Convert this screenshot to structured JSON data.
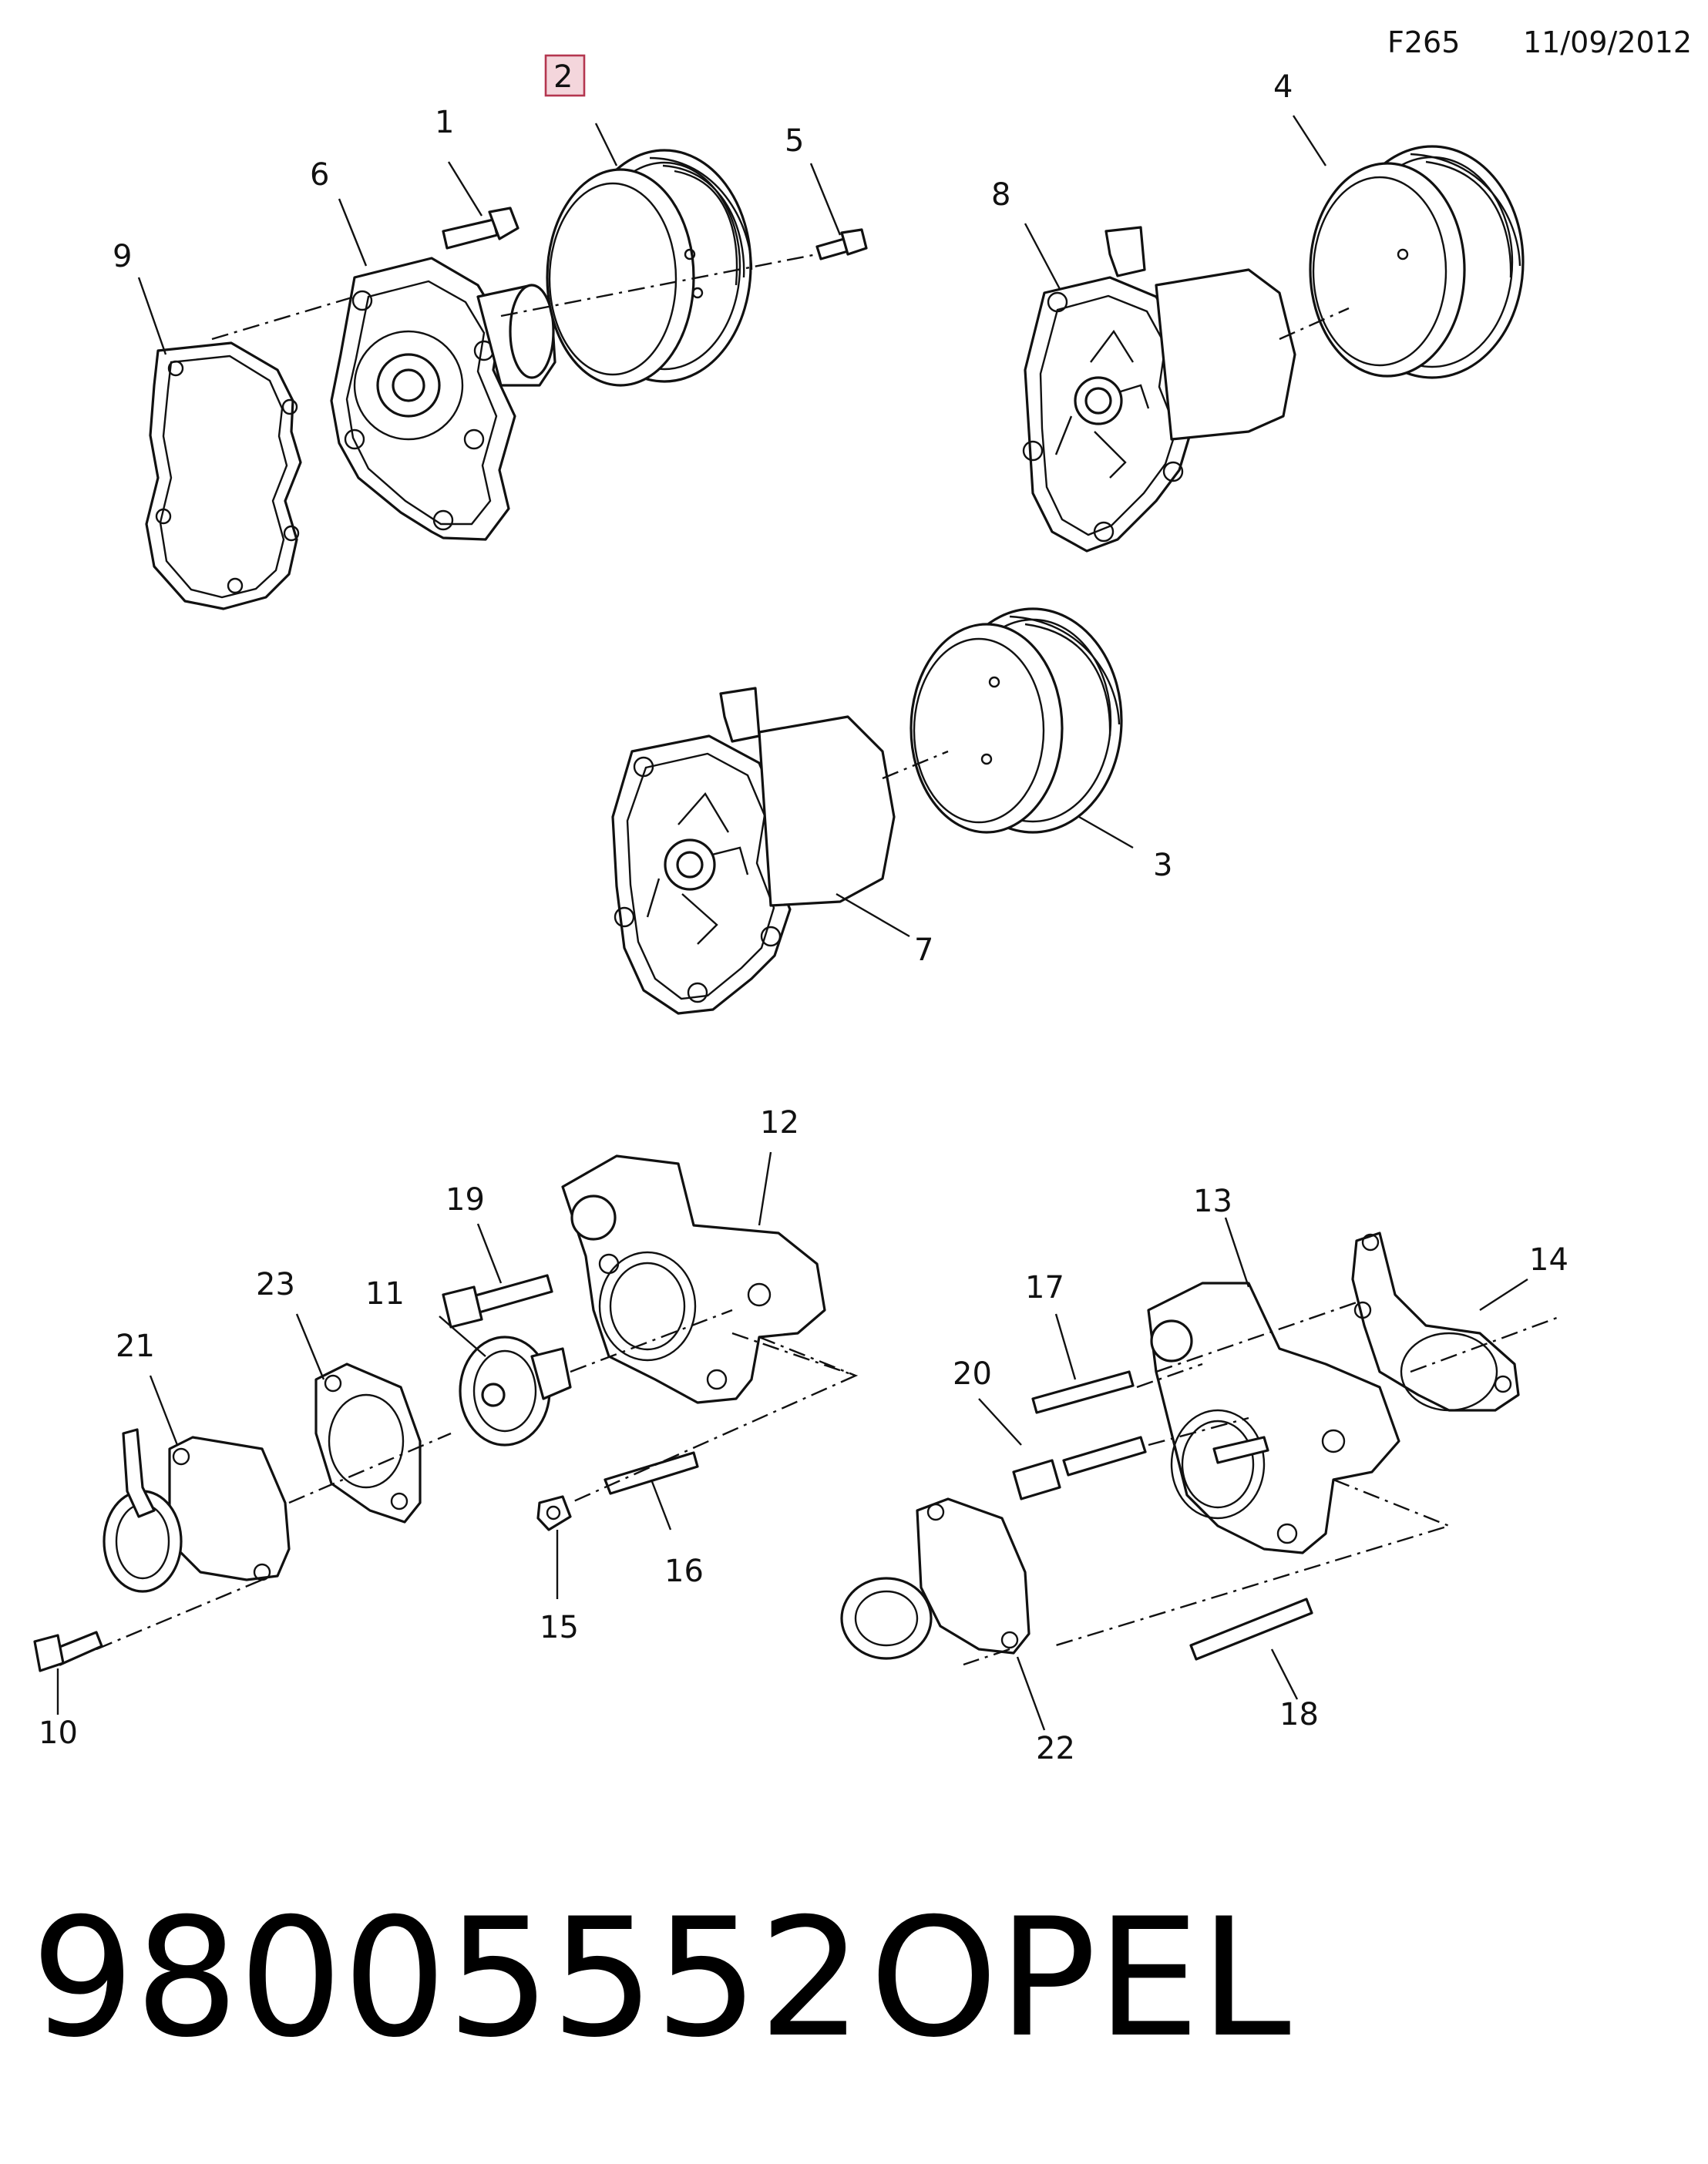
{
  "header": {
    "sheet_code": "F265",
    "date": "11/09/2012"
  },
  "footer": {
    "part_number": "98005552",
    "brand": "OPEL"
  },
  "callouts": {
    "c1": "1",
    "c2": "2",
    "c3": "3",
    "c4": "4",
    "c5": "5",
    "c6": "6",
    "c7": "7",
    "c8": "8",
    "c9": "9",
    "c10": "10",
    "c11": "11",
    "c12": "12",
    "c13": "13",
    "c14": "14",
    "c15": "15",
    "c16": "16",
    "c17": "17",
    "c18": "18",
    "c19": "19",
    "c20": "20",
    "c21": "21",
    "c22": "22",
    "c23": "23"
  },
  "highlighted_callout": "2",
  "colors": {
    "highlight_fill": "#f4d6dc",
    "highlight_border": "#b4364f",
    "line": "#111111"
  }
}
